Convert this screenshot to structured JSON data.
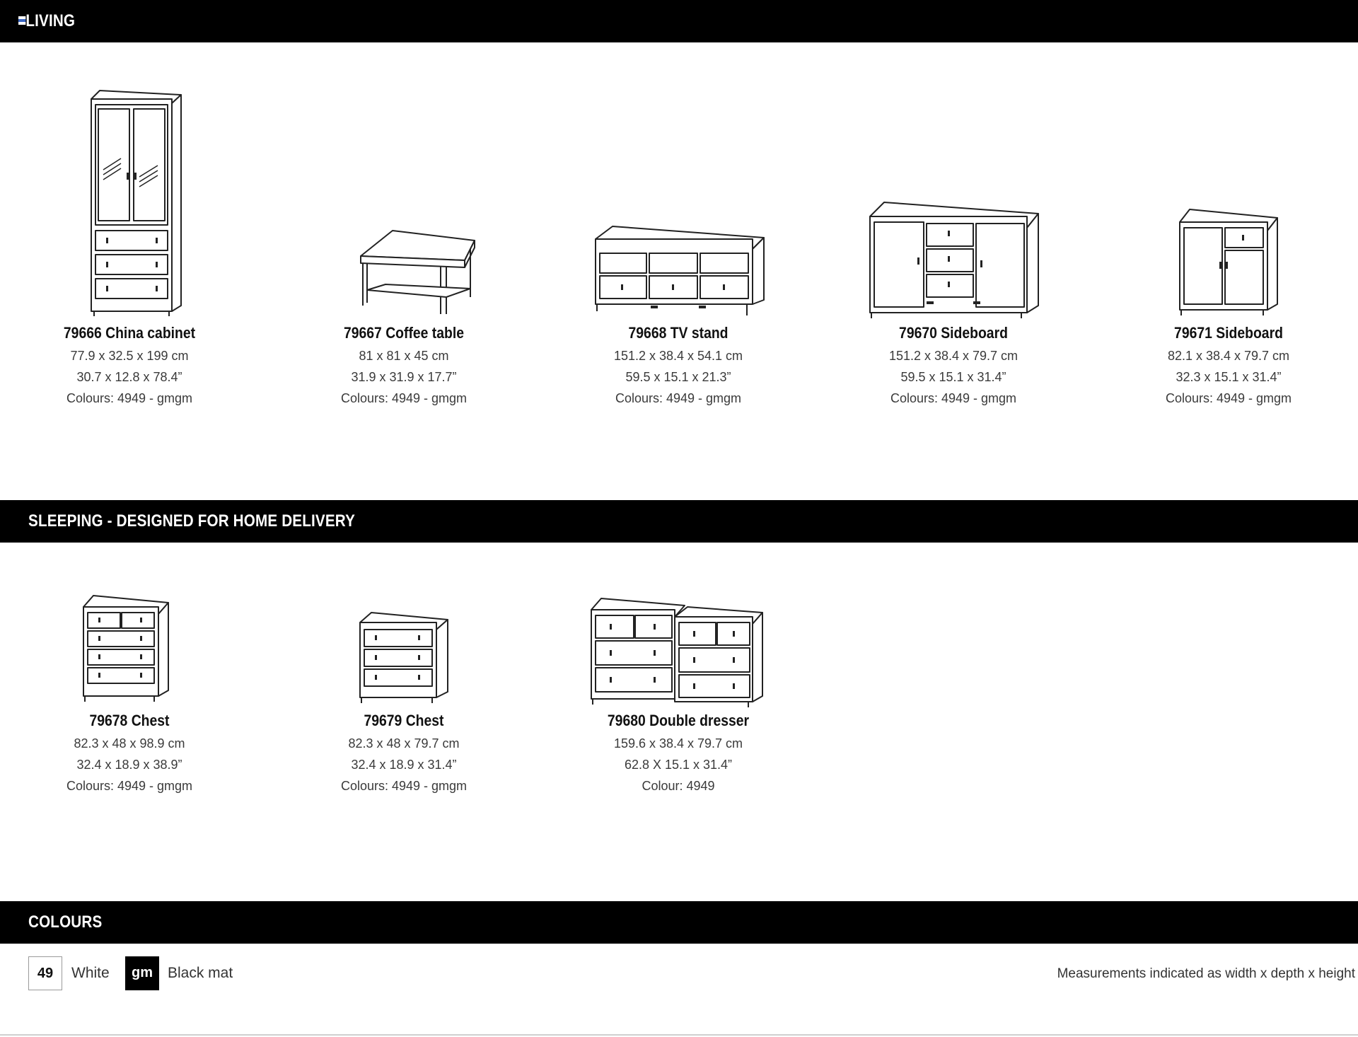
{
  "sections": {
    "living": "LIVING",
    "sleeping": "SLEEPING - DESIGNED FOR HOME DELIVERY",
    "colours": "COLOURS"
  },
  "living_products": [
    {
      "name": "79666 China cabinet",
      "metric": "77.9 x 32.5 x 199 cm",
      "imperial": "30.7 x 12.8 x 78.4”",
      "colours": "Colours: 4949 - gmgm"
    },
    {
      "name": "79667 Coffee table",
      "metric": "81 x 81 x 45 cm",
      "imperial": "31.9 x 31.9 x 17.7”",
      "colours": "Colours: 4949 - gmgm"
    },
    {
      "name": "79668 TV stand",
      "metric": "151.2 x 38.4 x 54.1 cm",
      "imperial": "59.5 x 15.1 x 21.3”",
      "colours": "Colours: 4949 - gmgm"
    },
    {
      "name": "79670 Sideboard",
      "metric": "151.2 x 38.4 x 79.7 cm",
      "imperial": "59.5 x 15.1 x 31.4”",
      "colours": "Colours: 4949 - gmgm"
    },
    {
      "name": "79671 Sideboard",
      "metric": "82.1 x 38.4 x 79.7 cm",
      "imperial": "32.3 x 15.1 x 31.4”",
      "colours": "Colours: 4949 - gmgm"
    }
  ],
  "sleeping_products": [
    {
      "name": "79678 Chest",
      "metric": "82.3 x 48 x 98.9 cm",
      "imperial": "32.4 x 18.9 x 38.9”",
      "colours": "Colours: 4949 - gmgm"
    },
    {
      "name": "79679 Chest",
      "metric": "82.3 x 48 x 79.7 cm",
      "imperial": "32.4 x 18.9 x 31.4”",
      "colours": "Colours: 4949 - gmgm"
    },
    {
      "name": "79680 Double dresser",
      "metric": "159.6 x 38.4 x 79.7 cm",
      "imperial": "62.8 X 15.1 x 31.4”",
      "colours": "Colour: 4949"
    }
  ],
  "colour_legend": [
    {
      "code": "49",
      "label": "White",
      "swatch_color": "#ffffff"
    },
    {
      "code": "gm",
      "label": "Black mat",
      "swatch_color": "#000000"
    }
  ],
  "footer_note": "Measurements indicated as width x depth x height",
  "colors": {
    "band": "#000000",
    "line_art": "#222222"
  }
}
